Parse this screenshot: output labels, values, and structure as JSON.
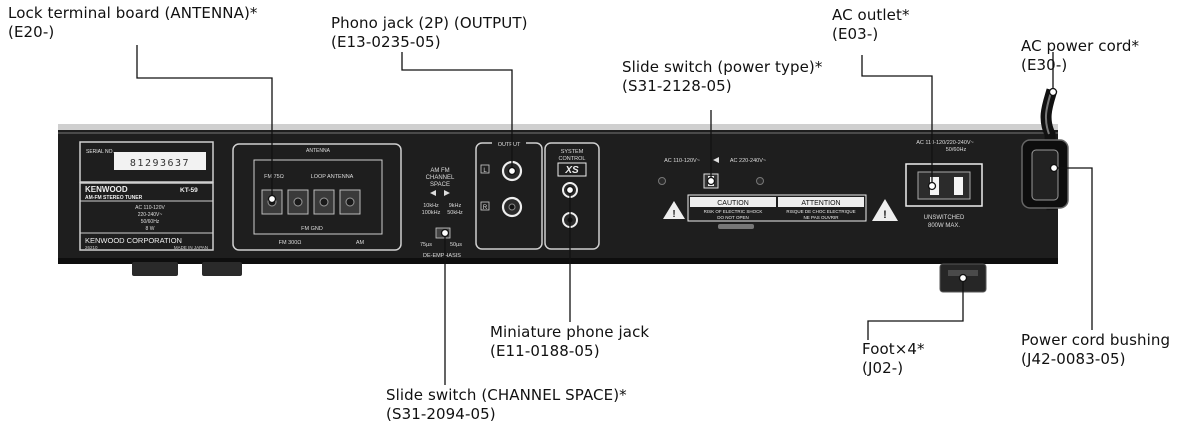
{
  "panel": {
    "serial_label": "SERIAL NO.",
    "serial_number": "81293637",
    "brand": "KENWOOD",
    "model": "KT-59",
    "product_type": "AM-FM STEREO TUNER",
    "ratings": [
      "AC 110-120V",
      "220-240V~",
      "50/60Hz",
      "8 W"
    ],
    "maker": "KENWOOD CORPORATION",
    "maker_code": "26210",
    "origin": "MADE IN JAPAN",
    "antenna_section": {
      "title": "ANTENNA",
      "fm_label": "FM 75Ω",
      "loop_label": "LOOP ANTENNA",
      "gnd_label": "FM GND",
      "fm300_label": "FM 300Ω",
      "am_label": "AM"
    },
    "channel_space": {
      "title": [
        "AM FM",
        "CHANNEL",
        "SPACE"
      ],
      "left_options": [
        "10kHz",
        "100kHz"
      ],
      "right_options": [
        "9kHz",
        "50kHz"
      ],
      "emphasis_options": [
        "75µs",
        "50µs"
      ],
      "emphasis_title": "DE-EMPHASIS"
    },
    "output": {
      "title": "OUTPUT",
      "left": "L",
      "right": "R"
    },
    "system_control": {
      "title": [
        "SYSTEM",
        "CONTROL"
      ],
      "badge": "XS"
    },
    "power_type": {
      "left": "AC 110-120V~",
      "right": "AC 220-240V~"
    },
    "caution": {
      "title_en": "CAUTION",
      "title_fr": "ATTENTION",
      "text_en": [
        "RISK OF ELECTRIC SHOCK",
        "DO NOT OPEN"
      ],
      "text_fr": [
        "RISQUE DE CHOC ELECTRIQUE",
        "NE PAS OUVRIR"
      ]
    },
    "ac_outlet": {
      "top": "AC 110-120/220-240V~",
      "sub": "50/60Hz",
      "bottom": [
        "UNSWITCHED",
        "800W MAX."
      ]
    }
  },
  "callouts": {
    "lock_terminal": {
      "name": "Lock terminal board (ANTENNA)*",
      "code": "(E20-)"
    },
    "phono_jack": {
      "name": "Phono jack (2P) (OUTPUT)",
      "code": "(E13-0235-05)"
    },
    "ac_outlet": {
      "name": "AC outlet*",
      "code": "(E03-)"
    },
    "ac_power_cord": {
      "name": "AC power cord*",
      "code": "(E30-)"
    },
    "slide_switch_power": {
      "name": "Slide switch (power type)*",
      "code": "(S31-2128-05)"
    },
    "miniature_jack": {
      "name": "Miniature phone jack",
      "code": "(E11-0188-05)"
    },
    "foot": {
      "name": "Foot×4*",
      "code": "(J02-)"
    },
    "cord_bushing": {
      "name": "Power cord bushing",
      "code": "(J42-0083-05)"
    },
    "slide_switch_channel": {
      "name": "Slide switch (CHANNEL SPACE)*",
      "code": "(S31-2094-05)"
    }
  }
}
